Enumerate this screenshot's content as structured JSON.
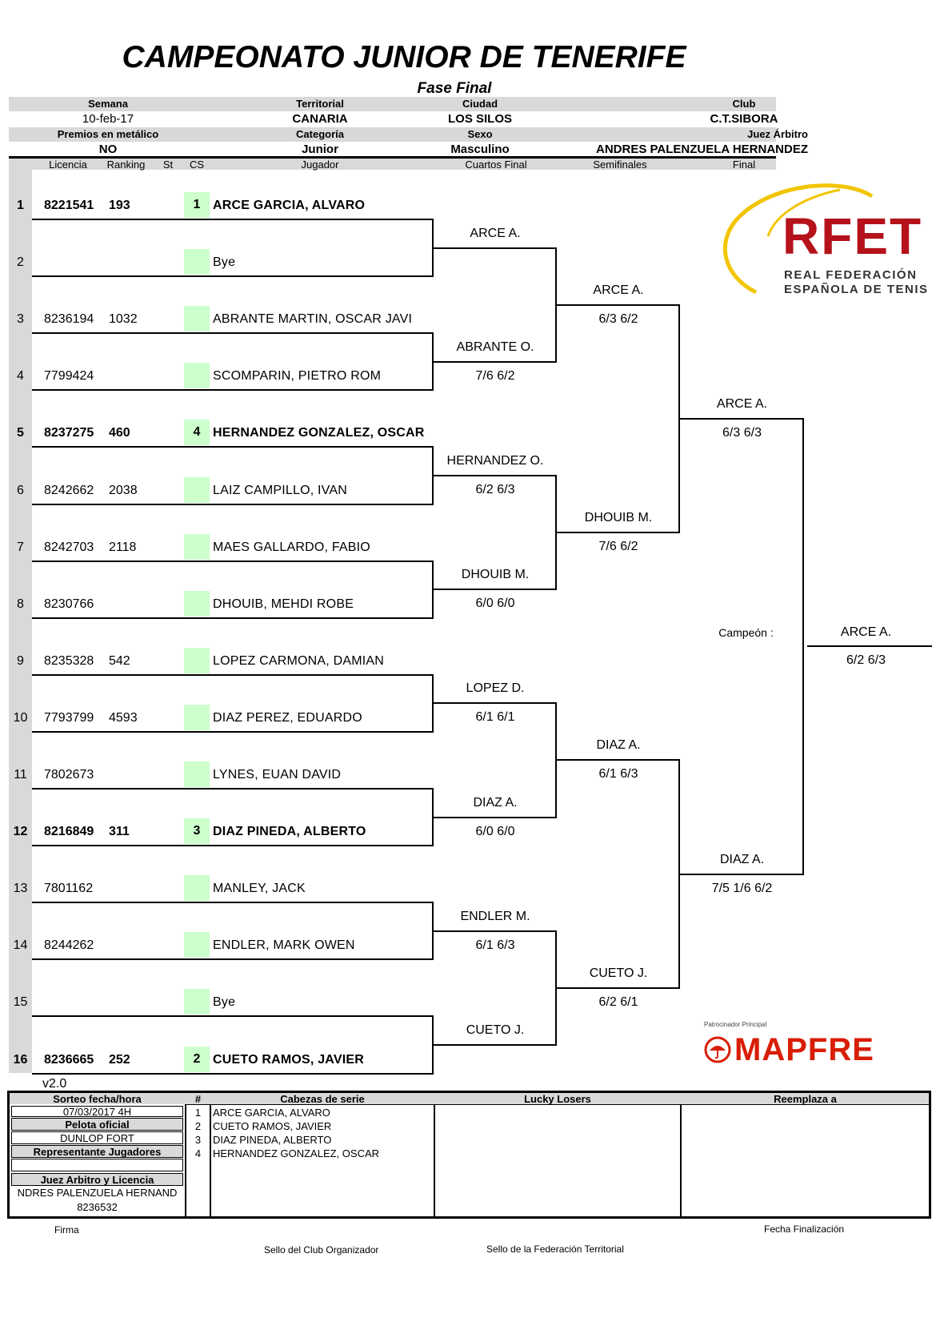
{
  "title": "CAMPEONATO JUNIOR DE TENERIFE",
  "subtitle": "Fase Final",
  "header": {
    "semana_label": "Semana",
    "semana": "10-feb-17",
    "territorial_label": "Territorial",
    "territorial": "CANARIA",
    "ciudad_label": "Ciudad",
    "ciudad": "LOS SILOS",
    "club_label": "Club",
    "club": "C.T.SIBORA",
    "premios_label": "Premios en metálico",
    "premios": "NO",
    "categoria_label": "Categoría",
    "categoria": "Junior",
    "sexo_label": "Sexo",
    "sexo": "Masculino",
    "juez_label": "Juez Árbitro",
    "juez": "ANDRES PALENZUELA HERNANDEZ"
  },
  "columns": {
    "licencia": "Licencia",
    "ranking": "Ranking",
    "st": "St",
    "cs": "CS",
    "jugador": "Jugador",
    "cuartos": "Cuartos Final",
    "semis": "Semifinales",
    "final": "Final"
  },
  "players": [
    {
      "num": "1",
      "lic": "8221541",
      "rank": "193",
      "cs": "1",
      "name": "ARCE GARCIA, ALVARO",
      "bold": true
    },
    {
      "num": "2",
      "lic": "",
      "rank": "",
      "cs": "",
      "name": "Bye",
      "bold": false
    },
    {
      "num": "3",
      "lic": "8236194",
      "rank": "1032",
      "cs": "",
      "name": "ABRANTE MARTIN, OSCAR JAVI",
      "bold": false
    },
    {
      "num": "4",
      "lic": "7799424",
      "rank": "",
      "cs": "",
      "name": "SCOMPARIN, PIETRO ROM",
      "bold": false
    },
    {
      "num": "5",
      "lic": "8237275",
      "rank": "460",
      "cs": "4",
      "name": "HERNANDEZ GONZALEZ, OSCAR",
      "bold": true
    },
    {
      "num": "6",
      "lic": "8242662",
      "rank": "2038",
      "cs": "",
      "name": "LAIZ CAMPILLO, IVAN",
      "bold": false
    },
    {
      "num": "7",
      "lic": "8242703",
      "rank": "2118",
      "cs": "",
      "name": "MAES GALLARDO, FABIO",
      "bold": false
    },
    {
      "num": "8",
      "lic": "8230766",
      "rank": "",
      "cs": "",
      "name": "DHOUIB, MEHDI ROBE",
      "bold": false
    },
    {
      "num": "9",
      "lic": "8235328",
      "rank": "542",
      "cs": "",
      "name": "LOPEZ CARMONA, DAMIAN",
      "bold": false
    },
    {
      "num": "10",
      "lic": "7793799",
      "rank": "4593",
      "cs": "",
      "name": "DIAZ PEREZ, EDUARDO",
      "bold": false
    },
    {
      "num": "11",
      "lic": "7802673",
      "rank": "",
      "cs": "",
      "name": "LYNES, EUAN DAVID",
      "bold": false
    },
    {
      "num": "12",
      "lic": "8216849",
      "rank": "311",
      "cs": "3",
      "name": "DIAZ PINEDA, ALBERTO",
      "bold": true
    },
    {
      "num": "13",
      "lic": "7801162",
      "rank": "",
      "cs": "",
      "name": "MANLEY, JACK",
      "bold": false
    },
    {
      "num": "14",
      "lic": "8244262",
      "rank": "",
      "cs": "",
      "name": "ENDLER, MARK OWEN",
      "bold": false
    },
    {
      "num": "15",
      "lic": "",
      "rank": "",
      "cs": "",
      "name": "Bye",
      "bold": false
    },
    {
      "num": "16",
      "lic": "8236665",
      "rank": "252",
      "cs": "2",
      "name": "CUETO RAMOS, JAVIER",
      "bold": true
    }
  ],
  "quarters": [
    {
      "winner": "ARCE A.",
      "score": ""
    },
    {
      "winner": "ABRANTE O.",
      "score": "7/6 6/2"
    },
    {
      "winner": "HERNANDEZ O.",
      "score": "6/2 6/3"
    },
    {
      "winner": "DHOUIB M.",
      "score": "6/0 6/0"
    },
    {
      "winner": "LOPEZ D.",
      "score": "6/1 6/1"
    },
    {
      "winner": "DIAZ A.",
      "score": "6/0 6/0"
    },
    {
      "winner": "ENDLER M.",
      "score": "6/1 6/3"
    },
    {
      "winner": "CUETO J.",
      "score": ""
    }
  ],
  "semis": [
    {
      "winner": "ARCE A.",
      "score": "6/3 6/2"
    },
    {
      "winner": "DHOUIB M.",
      "score": "7/6 6/2"
    },
    {
      "winner": "DIAZ A.",
      "score": "6/1 6/3"
    },
    {
      "winner": "CUETO J.",
      "score": "6/2 6/1"
    }
  ],
  "finals": [
    {
      "winner": "ARCE A.",
      "score": "6/3 6/3"
    },
    {
      "winner": "DIAZ A.",
      "score": "7/5 1/6 6/2"
    }
  ],
  "champion": {
    "label": "Campeón :",
    "winner": "ARCE A.",
    "score": "6/2 6/3"
  },
  "version": "v2.0",
  "logos": {
    "rfet_big": "RFET",
    "rfet_line1": "REAL FEDERACIÓN",
    "rfet_line2": "ESPAÑOLA DE TENIS",
    "sponsor_label": "Patrocinador Principal",
    "sponsor": "MAPFRE"
  },
  "bottom": {
    "sorteo_label": "Sorteo fecha/hora",
    "sorteo": "07/03/2017 4H",
    "pelota_label": "Pelota oficial",
    "pelota": "DUNLOP FORT",
    "representante_label": "Representante Jugadores",
    "representante": "",
    "juez_label": "Juez Arbitro y Licencia",
    "juez_name": "NDRES PALENZUELA HERNAND",
    "juez_lic": "8236532",
    "hash_label": "#",
    "cabezas_label": "Cabezas  de serie",
    "seeds": [
      {
        "n": "1",
        "name": "ARCE GARCIA, ALVARO"
      },
      {
        "n": "2",
        "name": "CUETO RAMOS, JAVIER"
      },
      {
        "n": "3",
        "name": "DIAZ PINEDA, ALBERTO"
      },
      {
        "n": "4",
        "name": "HERNANDEZ GONZALEZ, OSCAR"
      }
    ],
    "lucky_label": "Lucky Losers",
    "reemplaza_label": "Reemplaza a"
  },
  "footer": {
    "firma": "Firma",
    "fecha_fin": "Fecha Finalización",
    "sello_club": "Sello del Club Organizador",
    "sello_fed": "Sello de la Federación Territorial"
  },
  "colors": {
    "gray": "#d9d9d9",
    "green": "#ccffcc",
    "rfet_red": "#b5121b",
    "rfet_yellow": "#f2c500",
    "mapfre_red": "#d81e05"
  }
}
